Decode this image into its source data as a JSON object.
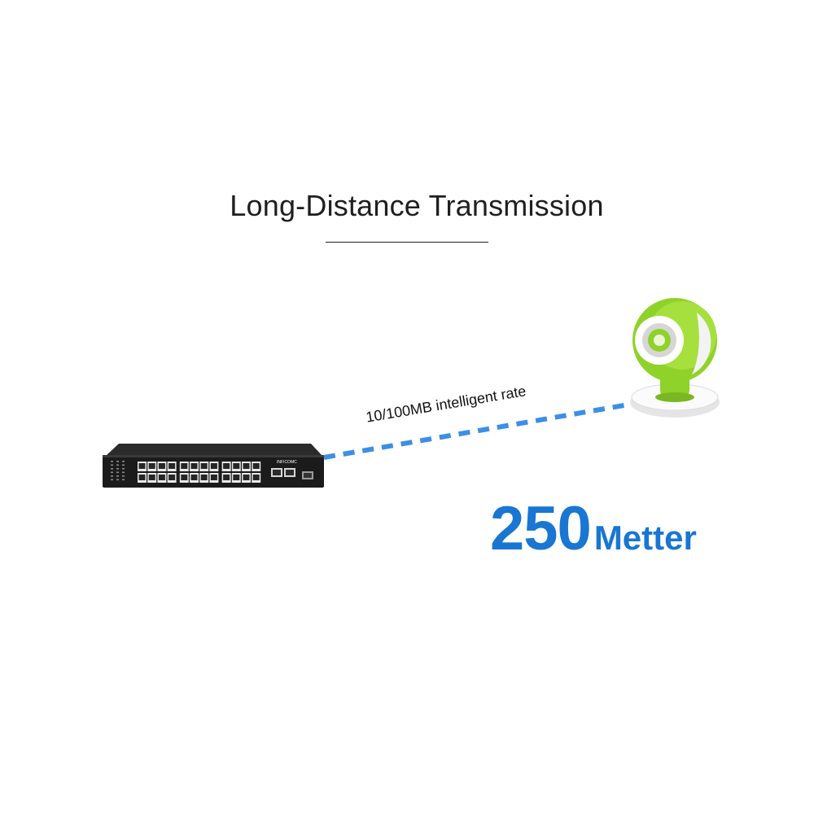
{
  "title": "Long-Distance Transmission",
  "link": {
    "label": "10/100MB intelligent rate",
    "color": "#3b8fe6"
  },
  "switch": {
    "brand": "INFICOMC",
    "rj45_ports": 24,
    "uplink_ports": 2,
    "sfp_ports": 1
  },
  "distance": {
    "value": "250",
    "unit": "Metter",
    "color": "#1976d2"
  },
  "camera": {
    "color": "#8fd22a"
  }
}
